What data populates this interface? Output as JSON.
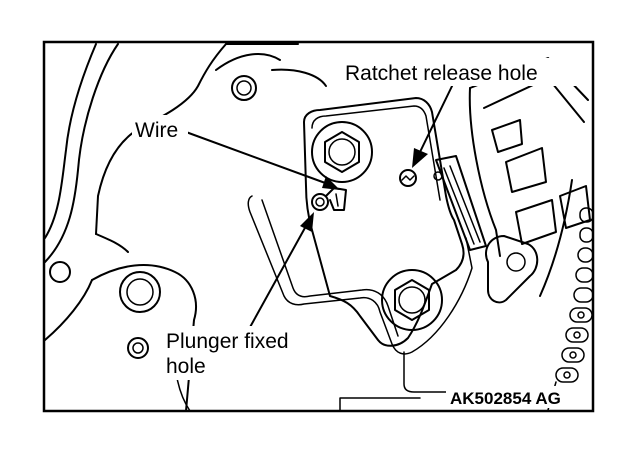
{
  "labels": {
    "ratchet": "Ratchet release hole",
    "wire": "Wire",
    "plunger_line1": "Plunger fixed",
    "plunger_line2": "hole",
    "code": "AK502854 AG"
  }
}
